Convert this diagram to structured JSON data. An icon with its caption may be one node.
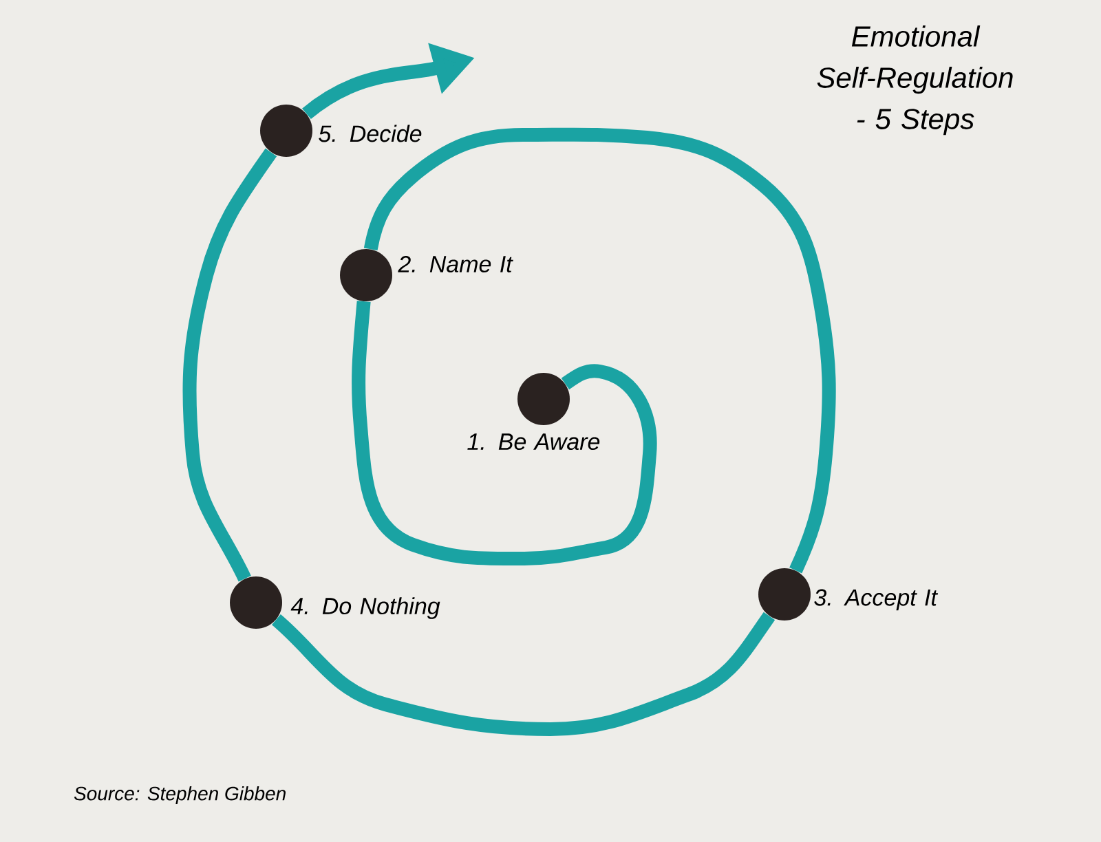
{
  "diagram": {
    "title": "Emotional Self-Regulation - 5 Steps",
    "nodes": [
      {
        "text": [],
        "shape": "circle",
        "beside": [
          "1. Be Aware"
        ]
      },
      {
        "text": [],
        "shape": "circle",
        "beside": [
          "2. Name It"
        ]
      },
      {
        "text": [],
        "shape": "circle",
        "beside": [
          "3. Accept It"
        ]
      },
      {
        "text": [],
        "shape": "circle",
        "beside": [
          "4. Do Nothing"
        ]
      },
      {
        "text": [],
        "shape": "circle",
        "beside": [
          "5. Decide"
        ]
      }
    ],
    "edges": [
      {
        "from": 0,
        "to": 1,
        "arrow": "none"
      },
      {
        "from": 1,
        "to": 2,
        "arrow": "none"
      },
      {
        "from": 2,
        "to": 3,
        "arrow": "none"
      },
      {
        "from": 3,
        "to": 4,
        "arrow": "none"
      },
      {
        "from": 4,
        "to": null,
        "arrow": "to"
      }
    ],
    "labels": [
      "Source: Stephen Gibben"
    ]
  }
}
